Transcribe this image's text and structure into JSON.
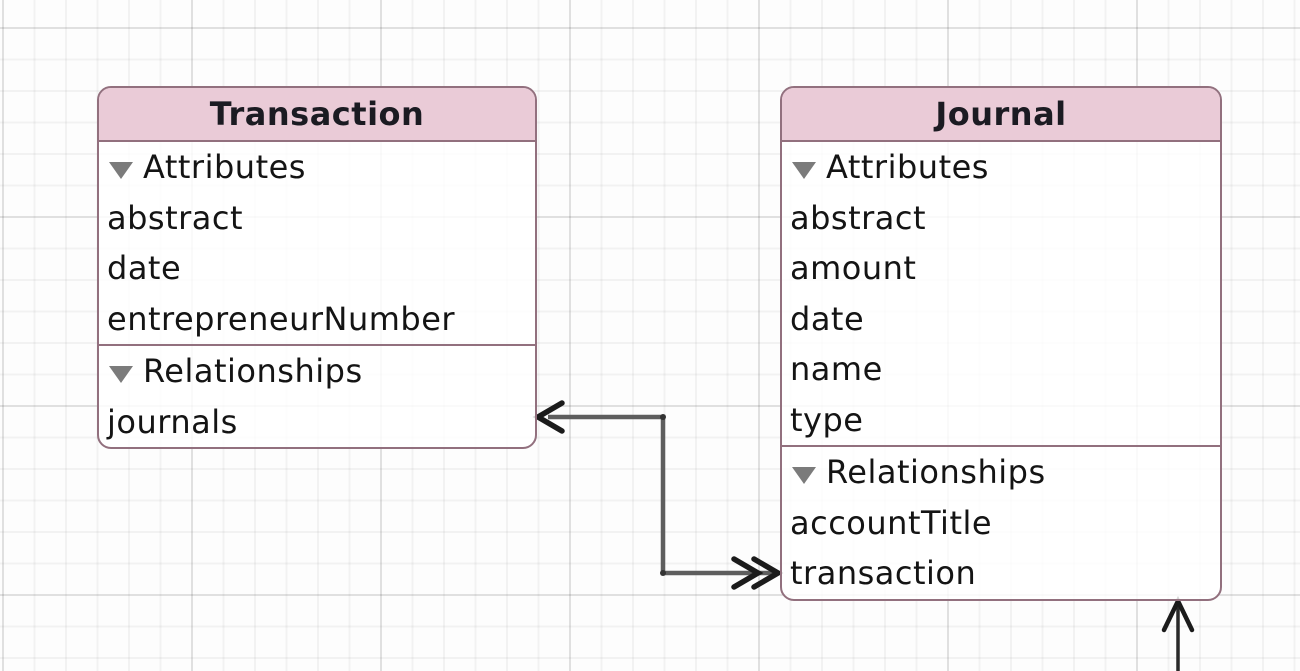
{
  "diagram": {
    "section_labels": {
      "attributes": "Attributes",
      "relationships": "Relationships"
    },
    "entities": [
      {
        "name": "Transaction",
        "attributes": [
          "abstract",
          "date",
          "entrepreneurNumber"
        ],
        "relationships": [
          "journals"
        ]
      },
      {
        "name": "Journal",
        "attributes": [
          "abstract",
          "amount",
          "date",
          "name",
          "type"
        ],
        "relationships": [
          "accountTitle",
          "transaction"
        ]
      }
    ],
    "connections": [
      {
        "from": "Transaction.journals",
        "to": "Journal.transaction",
        "from_arrowhead": "single",
        "to_arrowhead": "double"
      },
      {
        "from": "offscreen-bottom",
        "to": "Journal",
        "to_arrowhead": "single"
      }
    ],
    "colors": {
      "header_fill": "#e7c4d2",
      "box_border": "#92707e",
      "canvas_bg": "#fdfdfd",
      "grid_line": "#f2f2f2",
      "grid_line_major": "#eaeaea",
      "connector_line": "#5e5e5e",
      "arrowhead": "#1b1b1b",
      "text": "#141414",
      "disclosure_triangle": "#7b7b7b"
    }
  }
}
